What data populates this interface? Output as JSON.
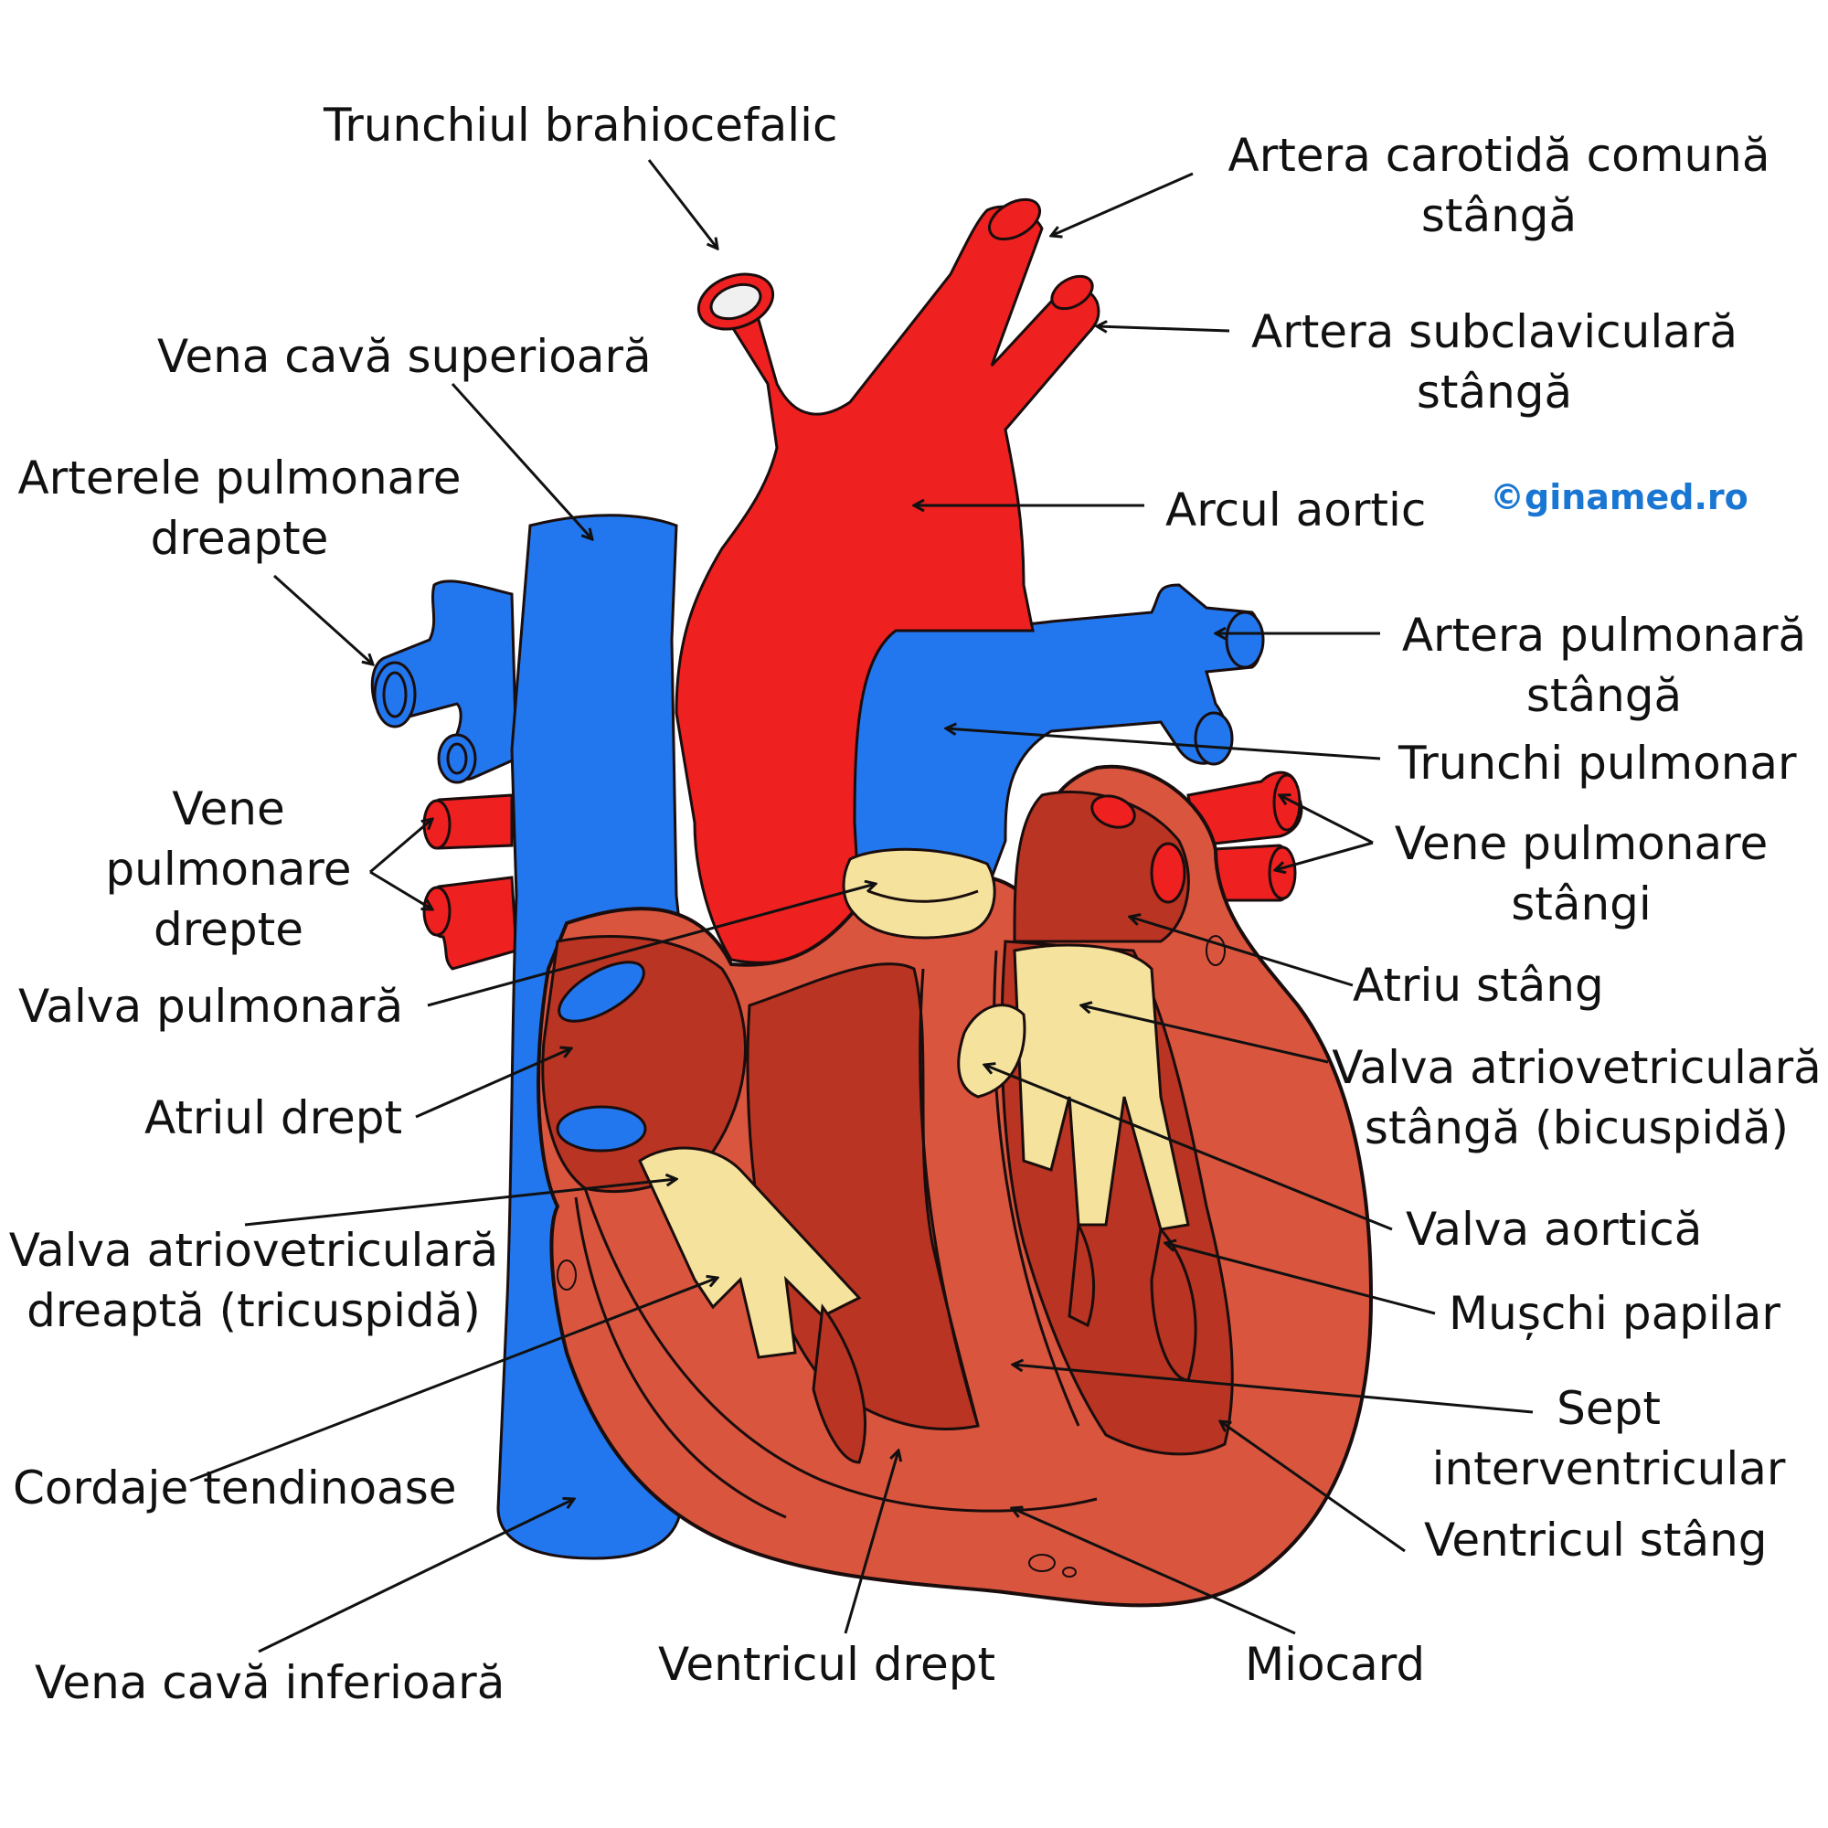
{
  "labels": {
    "brachiocephalic": "Trunchiul brahiocefalic",
    "carotid_line1": "Artera carotidă comună",
    "carotid_line2": "stângă",
    "subclavian_line1": "Artera subclaviculară",
    "subclavian_line2": "stângă",
    "svc": "Vena cavă superioară",
    "right_pulm_art_line1": "Arterele pulmonare",
    "right_pulm_art_line2": "dreapte",
    "aortic_arch": "Arcul aortic",
    "left_pulm_art_line1": "Artera pulmonară",
    "left_pulm_art_line2": "stângă",
    "pulm_trunk": "Trunchi pulmonar",
    "right_pulm_veins_line1": "Vene",
    "right_pulm_veins_line2": "pulmonare",
    "right_pulm_veins_line3": "drepte",
    "left_pulm_veins_line1": "Vene pulmonare",
    "left_pulm_veins_line2": "stângi",
    "pulm_valve": "Valva pulmonară",
    "left_atrium": "Atriu stâng",
    "mitral_line1": "Valva atriovetriculară",
    "mitral_line2": "stângă (bicuspidă)",
    "right_atrium": "Atriul drept",
    "tricuspid_line1": "Valva atriovetriculară",
    "tricuspid_line2": "dreaptă (tricuspidă)",
    "aortic_valve": "Valva aortică",
    "papillary": "Mușchi papilar",
    "chordae": "Cordaje tendinoase",
    "septum_line1": "Sept",
    "septum_line2": "interventricular",
    "left_ventricle": "Ventricul stâng",
    "ivc": "Vena cavă inferioară",
    "right_ventricle": "Ventricul drept",
    "myocardium": "Miocard"
  },
  "watermark": "©ginamed.ro",
  "colors": {
    "artery": "#ee2020",
    "vein": "#2277ee",
    "muscle_outer": "#d9553e",
    "muscle_inner": "#b93422",
    "valve": "#f5e39d",
    "outline": "#1a0d0d"
  }
}
